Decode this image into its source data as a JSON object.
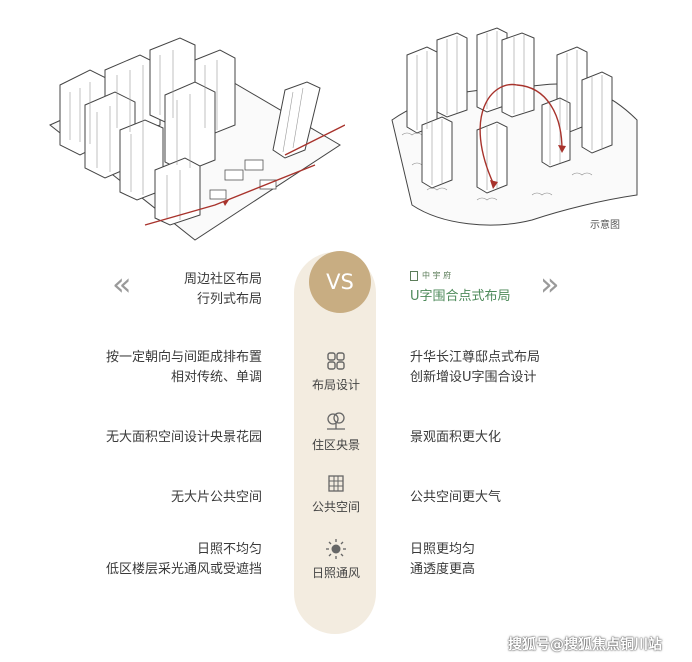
{
  "legend_label": "示意图",
  "vs_label": "VS",
  "left_header": {
    "line1": "周边社区布局",
    "line2": "行列式布局"
  },
  "right_header": {
    "brand_small": "中 宇 府",
    "title": "U字围合点式布局"
  },
  "rows": [
    {
      "category": "布局设计",
      "icon": "grid-icon",
      "left": [
        "按一定朝向与间距成排布置",
        "相对传统、单调"
      ],
      "right": [
        "升华长江尊邸点式布局",
        "创新增设U字围合设计"
      ]
    },
    {
      "category": "住区央景",
      "icon": "tree-icon",
      "left": [
        "无大面积空间设计央景花园"
      ],
      "right": [
        "景观面积更大化"
      ]
    },
    {
      "category": "公共空间",
      "icon": "building-icon",
      "left": [
        "无大片公共空间"
      ],
      "right": [
        "公共空间更大气"
      ]
    },
    {
      "category": "日照通风",
      "icon": "sun-icon",
      "left": [
        "日照不均匀",
        "低区楼层采光通风或受遮挡"
      ],
      "right": [
        "日照更均匀",
        "通透度更高"
      ]
    }
  ],
  "watermark": "搜狐号@搜狐焦点铜川站",
  "colors": {
    "accent_gold": "#c8ad82",
    "pill_bg": "#f3ece0",
    "brand_green": "#4d8a5a",
    "arrow_red": "#a8332c"
  }
}
